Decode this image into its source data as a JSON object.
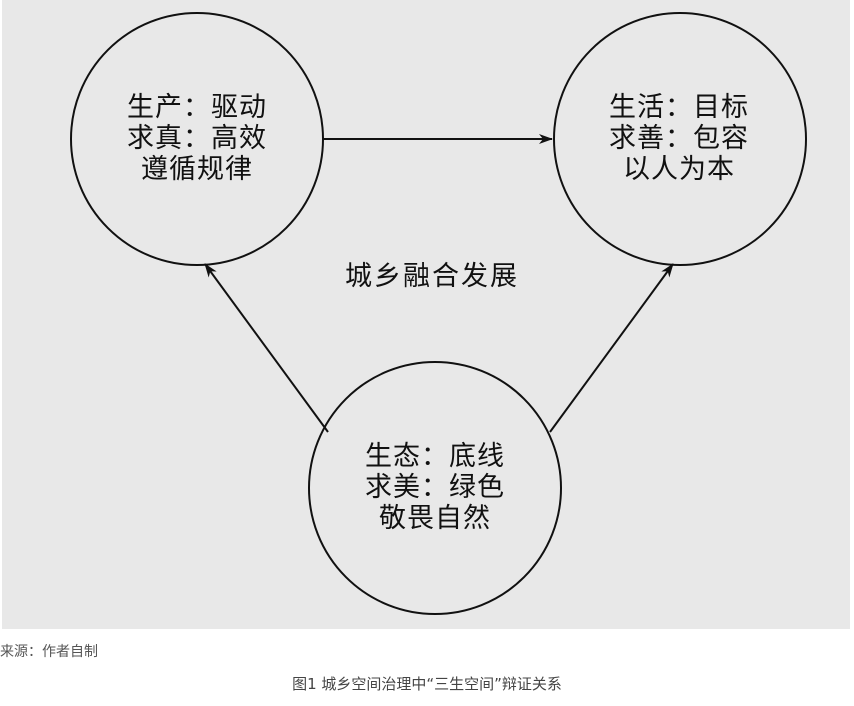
{
  "diagram": {
    "center_label": "城乡融合发展",
    "nodes": {
      "production": {
        "lines": [
          "生产：驱动",
          "求真：高效",
          "遵循规律"
        ]
      },
      "life": {
        "lines": [
          "生活：目标",
          "求善：包容",
          "以人为本"
        ]
      },
      "ecology": {
        "lines": [
          "生态：底线",
          "求美：绿色",
          "敬畏自然"
        ]
      }
    },
    "edges": [
      {
        "from": "production",
        "to": "life"
      },
      {
        "from": "ecology",
        "to": "production"
      },
      {
        "from": "ecology",
        "to": "life"
      }
    ],
    "colors": {
      "background": "#e8e8e8",
      "stroke": "#111111"
    }
  },
  "source_note": "来源：作者自制",
  "caption": "图1   城乡空间治理中“三生空间”辩证关系"
}
